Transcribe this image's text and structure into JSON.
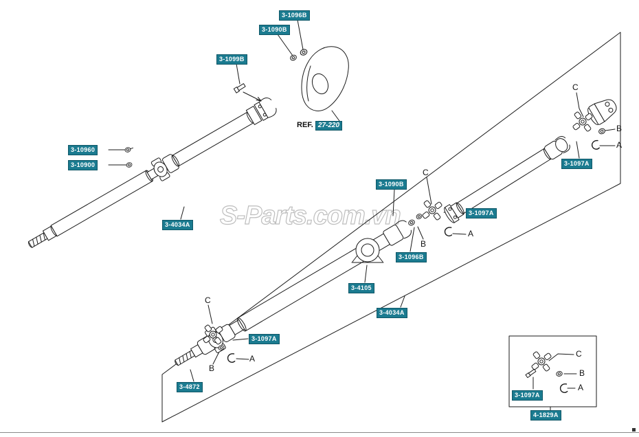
{
  "page": {
    "watermark": "S-Parts.com.vn"
  },
  "colors": {
    "label_background": "#1b7b90",
    "label_text": "#ffffff",
    "line_art": "#1a1a1a",
    "watermark_outline": "#bdbdbd"
  },
  "ref_note": {
    "prefix": "REF.",
    "part_number": "27-220"
  },
  "part_labels": [
    {
      "text": "3-1096B"
    },
    {
      "text": "3-1090B"
    },
    {
      "text": "3-1099B"
    },
    {
      "text": "3-10960"
    },
    {
      "text": "3-10900"
    },
    {
      "text": "3-4034A"
    },
    {
      "text": "3-1090B"
    },
    {
      "text": "3-1097A"
    },
    {
      "text": "3-1097A"
    },
    {
      "text": "3-1096B"
    },
    {
      "text": "3-4105"
    },
    {
      "text": "3-4034A"
    },
    {
      "text": "3-1097A"
    },
    {
      "text": "3-4872"
    },
    {
      "text": "3-1097A"
    },
    {
      "text": "4-1829A"
    }
  ],
  "callout_letters": [
    {
      "text": "C"
    },
    {
      "text": "B"
    },
    {
      "text": "A"
    },
    {
      "text": "C"
    },
    {
      "text": "B"
    },
    {
      "text": "A"
    },
    {
      "text": "C"
    },
    {
      "text": "B"
    },
    {
      "text": "A"
    },
    {
      "text": "C"
    },
    {
      "text": "B"
    },
    {
      "text": "A"
    }
  ]
}
